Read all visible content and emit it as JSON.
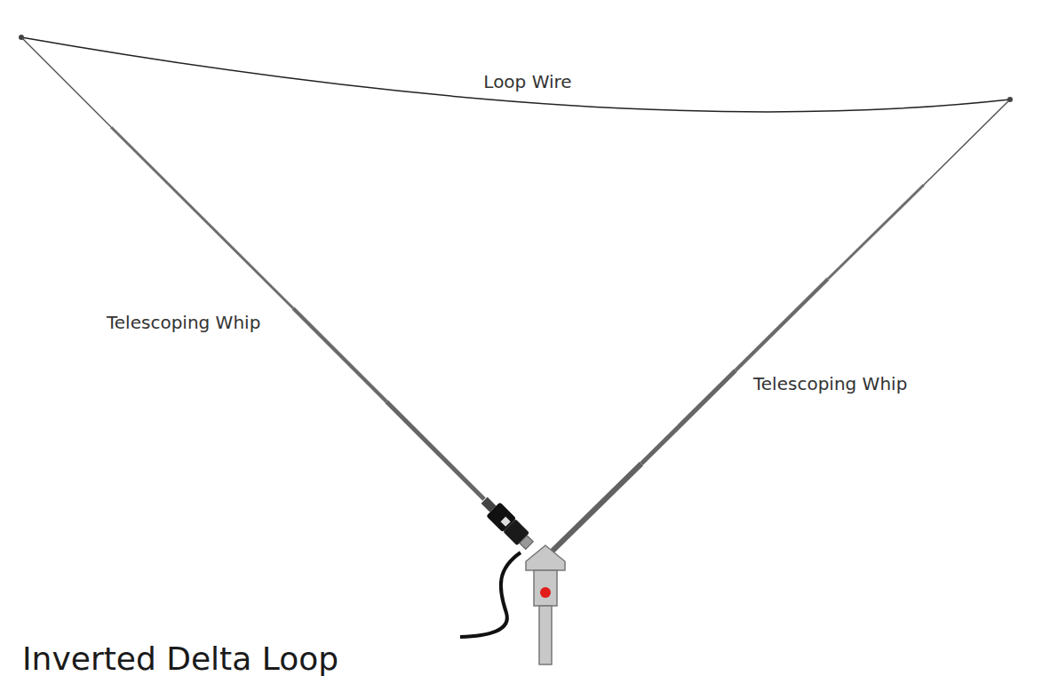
{
  "diagram": {
    "caption": "Inverted Delta Loop",
    "labels": [
      "Loop Wire",
      "Telescoping Whip",
      "Telescoping Whip"
    ]
  }
}
